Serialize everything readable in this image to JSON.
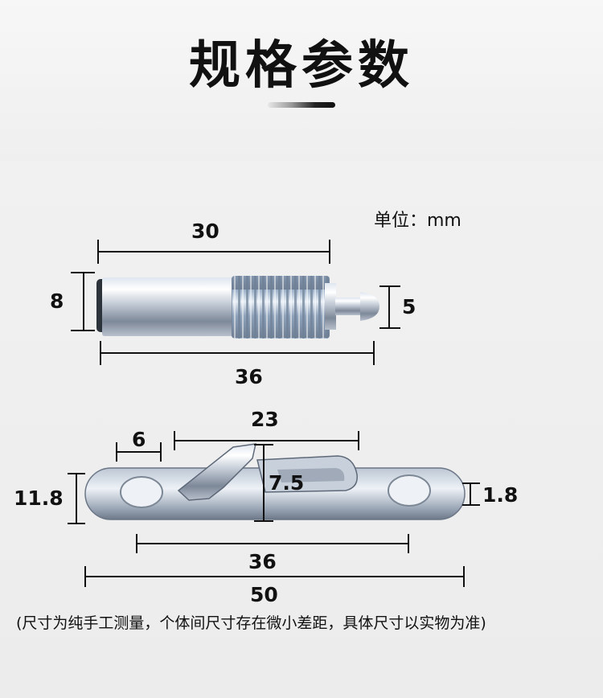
{
  "header": {
    "title": "规格参数"
  },
  "unit_label": "单位：mm",
  "pin_dimensions": {
    "length_body": "30",
    "diameter": "8",
    "tip_diameter": "5",
    "total_length": "36"
  },
  "plate_dimensions": {
    "hole_spacing_inner": "6",
    "hook_length": "23",
    "height": "11.8",
    "hook_height": "7.5",
    "thickness": "1.8",
    "hole_center_distance": "36",
    "total_length": "50"
  },
  "footnote": "(尺寸为纯手工测量，个体间尺寸存在微小差距，具体尺寸以实物为准)",
  "colors": {
    "metal_light": "#e9eef5",
    "metal_mid": "#aeb8c6",
    "metal_dark": "#5c6676",
    "dimension_line": "#111111"
  }
}
